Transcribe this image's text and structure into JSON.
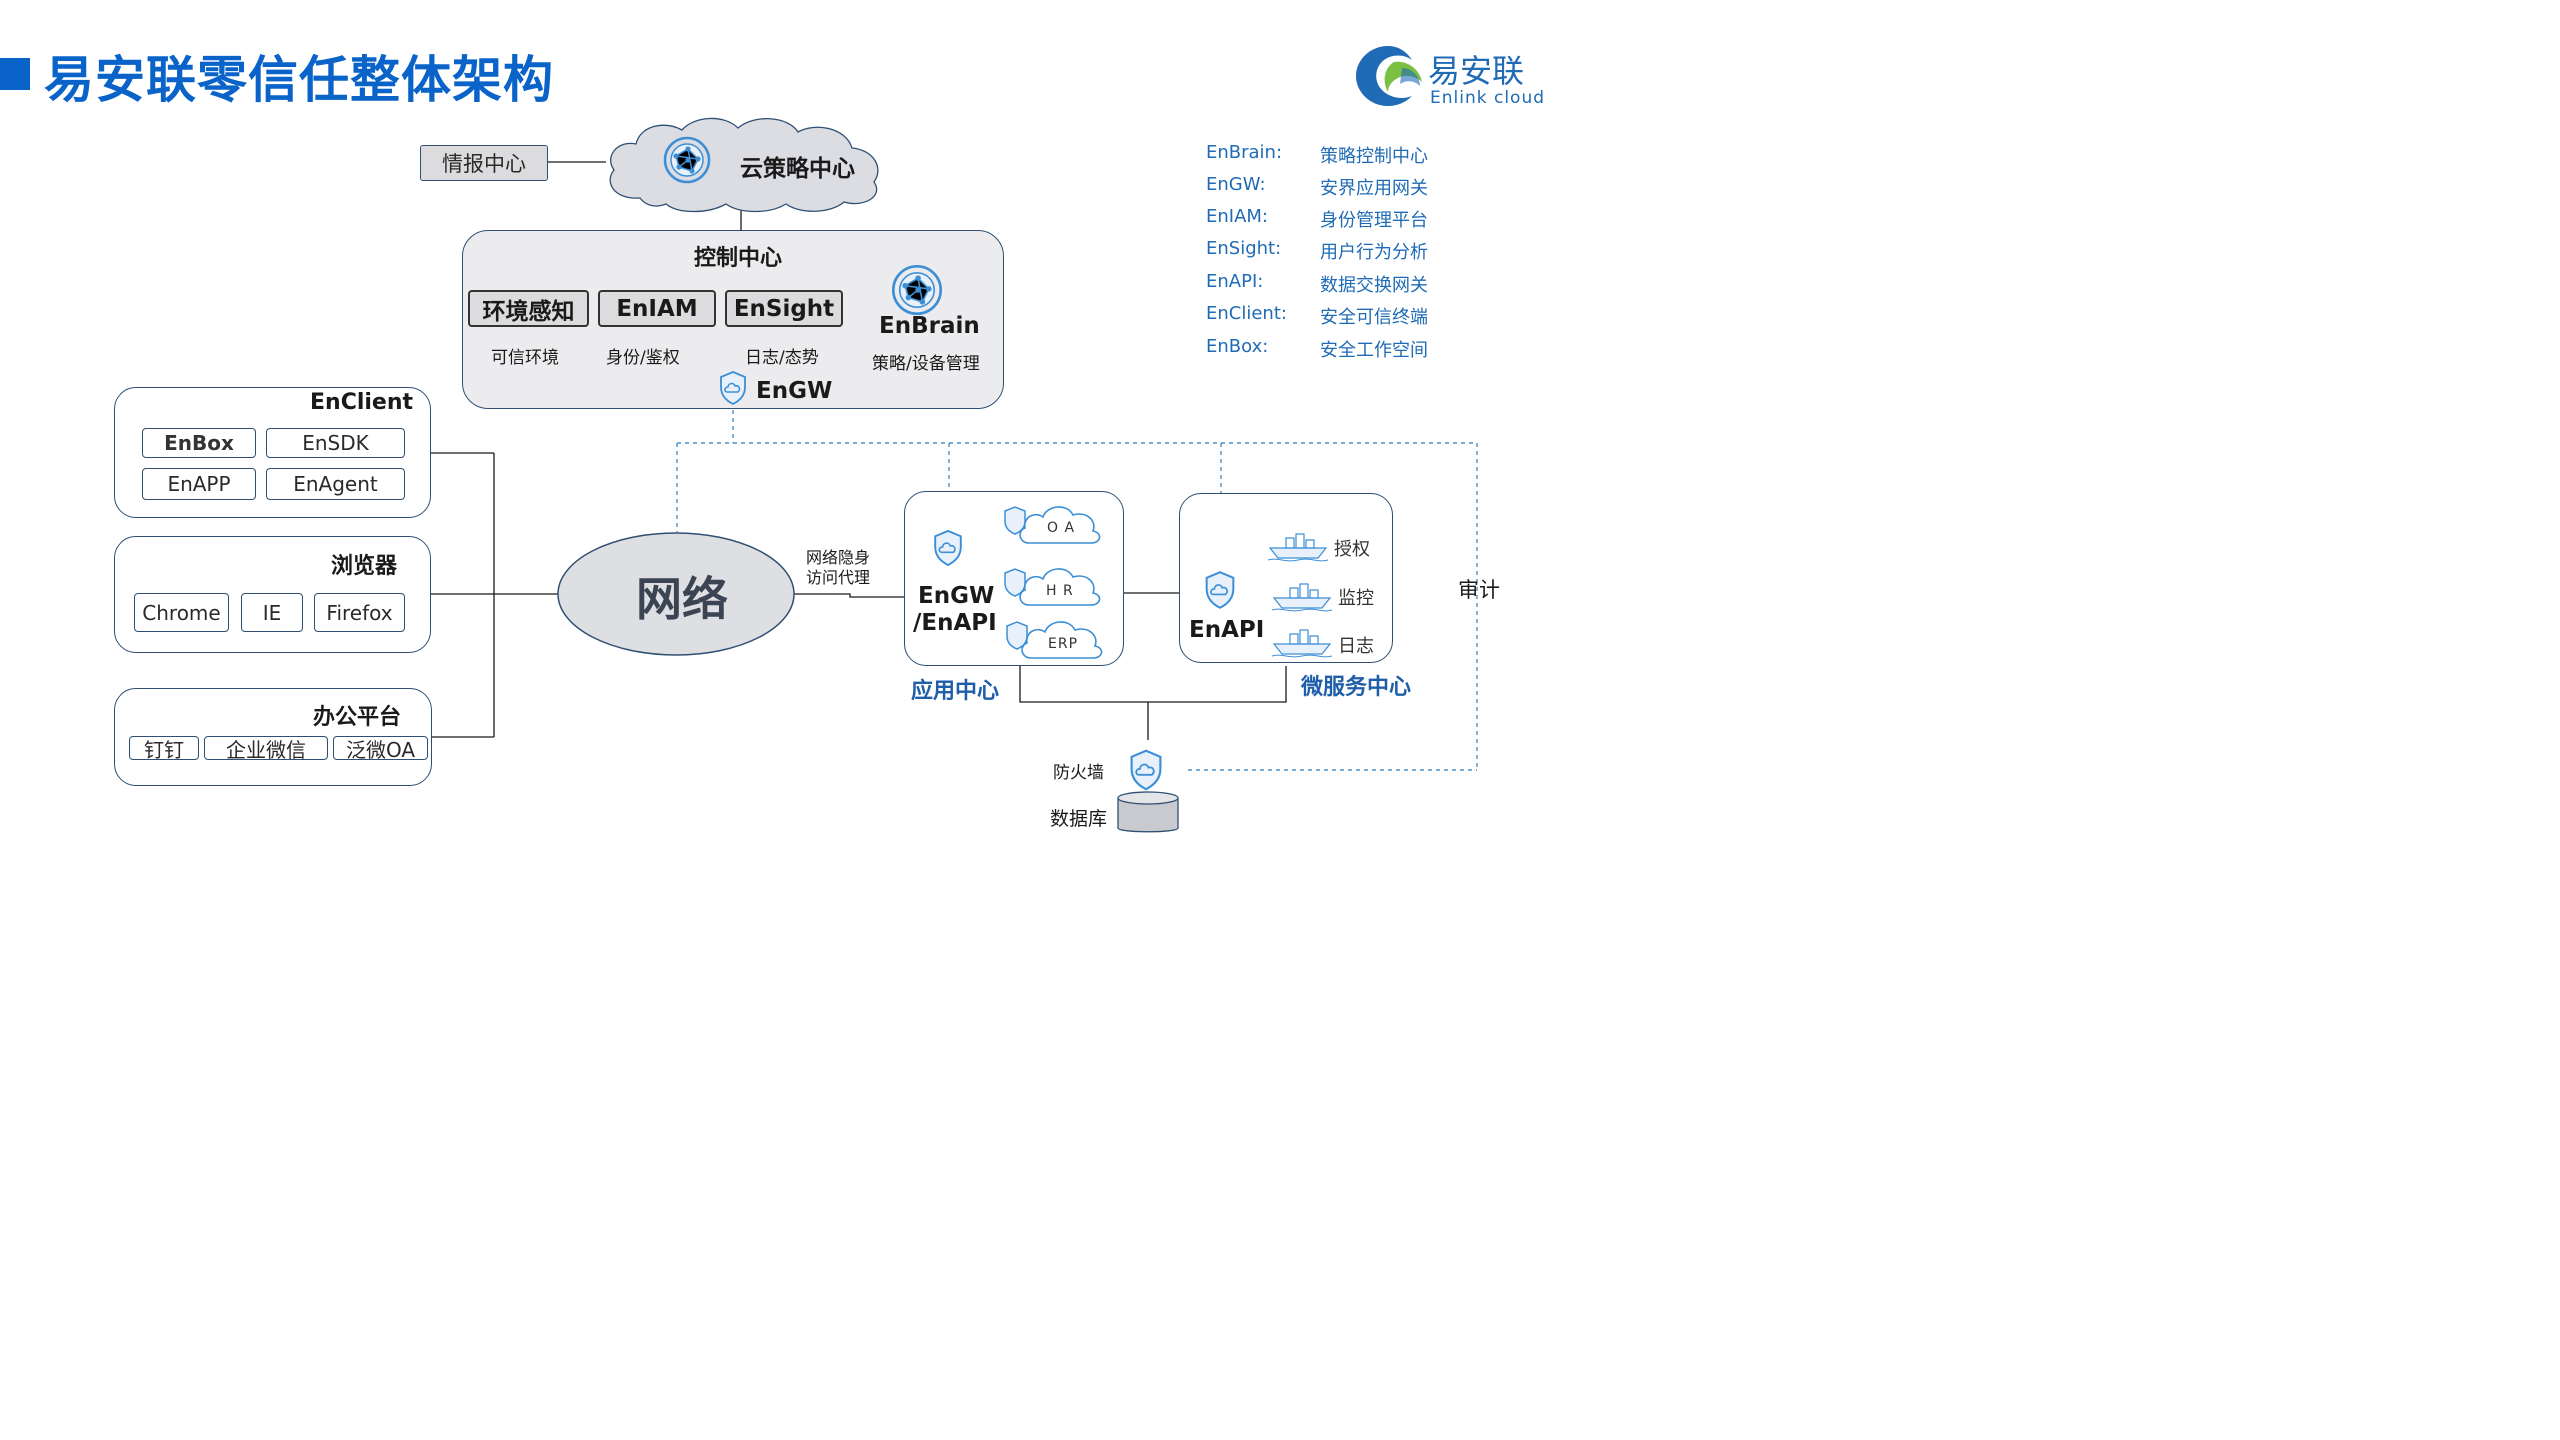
{
  "header": {
    "title": "易安联零信任整体架构"
  },
  "logo": {
    "name_cn": "易安联",
    "name_en": "Enlink cloud"
  },
  "legend": [
    {
      "key": "EnBrain:",
      "value": "策略控制中心"
    },
    {
      "key": "EnGW:",
      "value": "安界应用网关"
    },
    {
      "key": "EnIAM:",
      "value": "身份管理平台"
    },
    {
      "key": "EnSight:",
      "value": "用户行为分析"
    },
    {
      "key": "EnAPI:",
      "value": "数据交换网关"
    },
    {
      "key": "EnClient:",
      "value": "安全可信终端"
    },
    {
      "key": "EnBox:",
      "value": "安全工作空间"
    }
  ],
  "cloud": {
    "label": "云策略中心",
    "intel": "情报中心"
  },
  "control": {
    "title": "控制中心",
    "modules": [
      {
        "label": "环境感知",
        "sub": "可信环境"
      },
      {
        "label": "EnIAM",
        "sub": "身份/鉴权"
      },
      {
        "label": "EnSight",
        "sub": "日志/态势"
      }
    ],
    "brain": {
      "label": "EnBrain",
      "sub": "策略/设备管理"
    },
    "gw": "EnGW"
  },
  "clients": [
    {
      "title": "EnClient",
      "items": [
        "EnBox",
        "EnSDK",
        "EnAPP",
        "EnAgent"
      ]
    },
    {
      "title": "浏览器",
      "items": [
        "Chrome",
        "IE",
        "Firefox"
      ]
    },
    {
      "title": "办公平台",
      "items": [
        "钉钉",
        "企业微信",
        "泛微OA"
      ]
    }
  ],
  "network": {
    "label": "网络",
    "proxy": [
      "网络隐身",
      "访问代理"
    ]
  },
  "app_center": {
    "gw_label": [
      "EnGW",
      "/EnAPI"
    ],
    "apps": [
      "O A",
      "H R",
      "ERP"
    ],
    "caption": "应用中心"
  },
  "micro_center": {
    "label": "EnAPI",
    "services": [
      "授权",
      "监控",
      "日志"
    ],
    "caption": "微服务中心"
  },
  "audit": "审计",
  "firewall": "防火墙",
  "database": "数据库",
  "colors": {
    "accent": "#0a63c8",
    "border": "#2f4f72",
    "dash": "#4a90c8",
    "icon": "#3c8fd6"
  },
  "icons": [
    "logo-mark-icon",
    "network-globe-icon",
    "shield-cloud-icon",
    "app-cloud-icon",
    "service-ship-icon",
    "database-icon"
  ]
}
